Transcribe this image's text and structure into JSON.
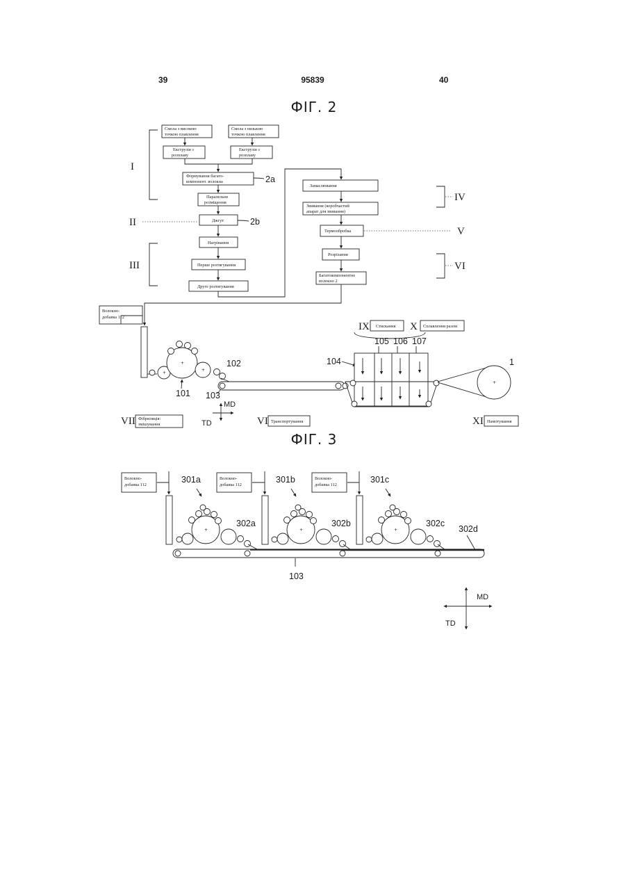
{
  "header": {
    "left_page": "39",
    "patent_number": "95839",
    "right_page": "40"
  },
  "fig2": {
    "title": "ФІГ. 2",
    "boxes": {
      "resin_high_1": "Смола з високою",
      "resin_high_2": "точкою плавлення",
      "resin_low_1": "Смола з низькою",
      "resin_low_2": "точкою плавлення",
      "extr_l_1": "Екструзія з",
      "extr_l_2": "розплаву",
      "extr_r_1": "Екструзія з",
      "extr_r_2": "розплаву",
      "forming_1": "Формування багато-",
      "forming_2": "компонент. волокна",
      "parallel_1": "Паралельне",
      "parallel_2": "розміщення",
      "tow": "Джгут",
      "heating": "Нагрівання",
      "first_draw": "Перше розтягування",
      "second_draw": "Друге розтягування",
      "oiling": "Замаслювання",
      "crimping_1": "Звивання (коробчастий",
      "crimping_2": "апарат для звивання)",
      "heat_treat": "Термообробка",
      "cutting": "Розрізання",
      "multi_fiber_1": "Багатокомпонентне",
      "multi_fiber_2": "волокно 2",
      "additive_1": "Волокно-",
      "additive_2": "добавка 112",
      "compression": "Стискання",
      "fusion": "Сплавлення разом",
      "fibrillation_1": "Фібриляція:",
      "fibrillation_2": "змішування",
      "transport": "Транспортування",
      "winding": "Намотування"
    },
    "roman": {
      "I": "I",
      "II": "II",
      "III": "III",
      "IV": "IV",
      "V": "V",
      "VI": "VI",
      "VII": "VII",
      "VIII": "VIII",
      "IX": "IX",
      "X": "X",
      "XI": "XI"
    },
    "labels": {
      "2a": "2a",
      "2b": "2b",
      "101": "101",
      "102": "102",
      "103": "103",
      "104": "104",
      "105": "105",
      "106": "106",
      "107": "107",
      "1": "1",
      "MD": "MD",
      "TD": "TD"
    }
  },
  "fig3": {
    "title": "ФІГ. 3",
    "additive_1": "Волокно-",
    "additive_2": "добавка 112",
    "labels": {
      "301a": "301a",
      "301b": "301b",
      "301c": "301c",
      "302a": "302a",
      "302b": "302b",
      "302c": "302c",
      "302d": "302d",
      "103": "103",
      "MD": "MD",
      "TD": "TD"
    }
  }
}
